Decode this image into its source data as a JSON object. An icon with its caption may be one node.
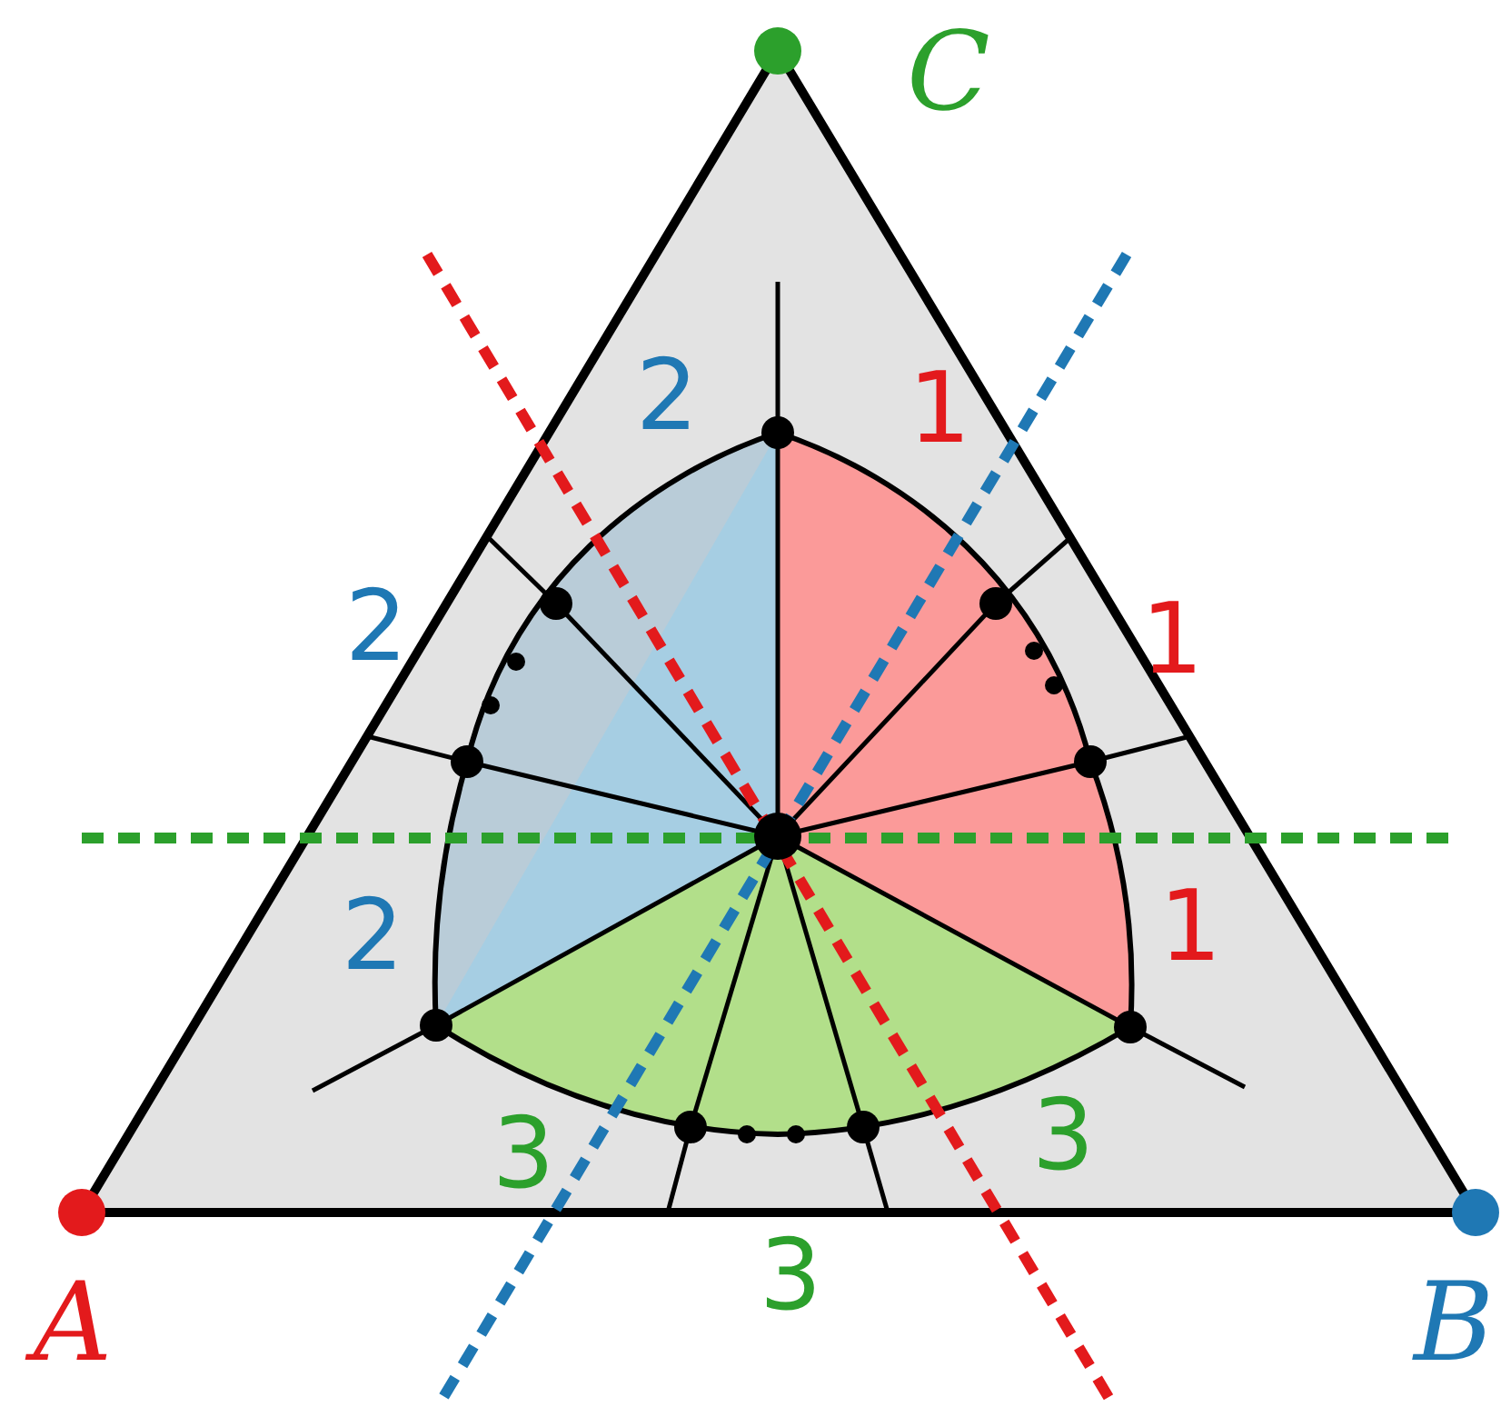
{
  "diagram": {
    "labels": [
      "C",
      "2",
      "1",
      "2",
      "1",
      "2",
      "1",
      "3",
      "3",
      "3",
      "A",
      "B"
    ]
  }
}
